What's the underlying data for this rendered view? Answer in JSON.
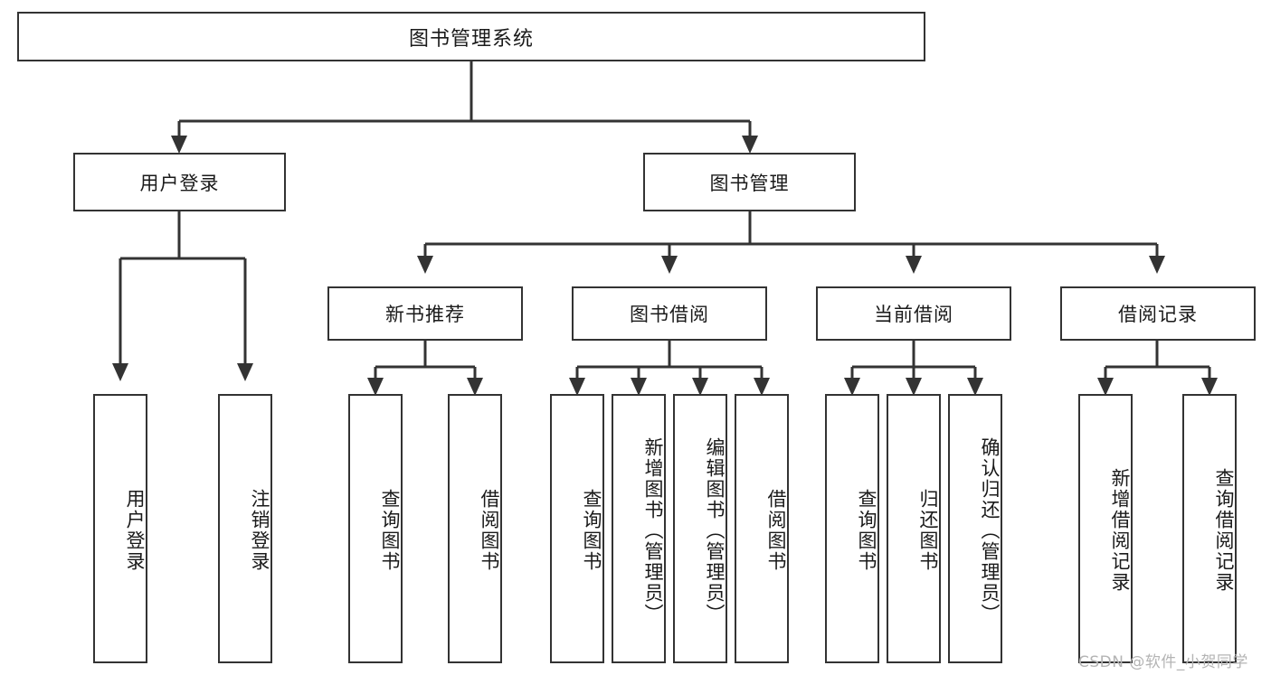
{
  "diagram": {
    "title": "图书管理系统",
    "type": "tree-hierarchy-chart",
    "root": {
      "label": "图书管理系统"
    },
    "level2": [
      {
        "label": "用户登录"
      },
      {
        "label": "图书管理"
      }
    ],
    "level3": [
      {
        "label": "新书推荐"
      },
      {
        "label": "图书借阅"
      },
      {
        "label": "当前借阅"
      },
      {
        "label": "借阅记录"
      }
    ],
    "leaves": {
      "user_login": [
        {
          "label": "用户登录"
        },
        {
          "label": "注销登录"
        }
      ],
      "new_book_recommend": [
        {
          "label": "查询图书"
        },
        {
          "label": "借阅图书"
        }
      ],
      "book_borrow": [
        {
          "label": "查询图书"
        },
        {
          "label": "新增图书（管理员）"
        },
        {
          "label": "编辑图书（管理员）"
        },
        {
          "label": "借阅图书"
        }
      ],
      "current_borrow": [
        {
          "label": "查询图书"
        },
        {
          "label": "归还图书"
        },
        {
          "label": "确认归还（管理员）"
        }
      ],
      "borrow_record": [
        {
          "label": "新增借阅记录"
        },
        {
          "label": "查询借阅记录"
        }
      ]
    }
  },
  "watermark": {
    "text": "CSDN @软件_小贺同学"
  },
  "colors": {
    "border": "#333333",
    "background": "#ffffff",
    "text": "#1a1a1a",
    "connector": "#333333",
    "watermark": "#b4b4b4"
  }
}
